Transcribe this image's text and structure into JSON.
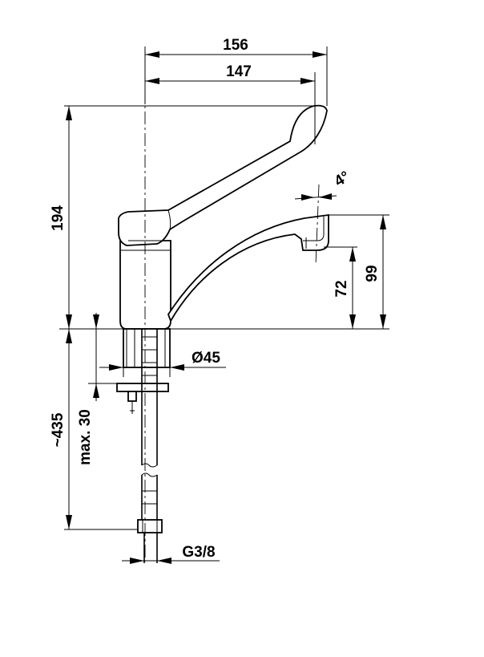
{
  "dimensions": {
    "width_total": "156",
    "width_spout": "147",
    "height_total": "194",
    "spout_angle": "4°",
    "spout_height_outer": "99",
    "spout_height_inner": "72",
    "body_diameter": "Ø45",
    "below_length": "~435",
    "deck_thickness": "max. 30",
    "thread": "G3/8"
  }
}
